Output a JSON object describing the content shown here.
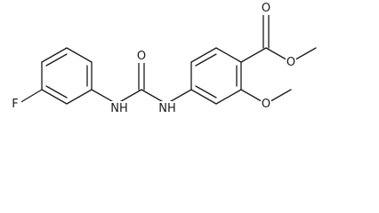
{
  "molecule": {
    "atoms": {
      "fluorine": "F",
      "urea_nh_left": "NH",
      "urea_nh_right": "NH",
      "urea_oxygen": "O",
      "carbonyl_oxygen": "O",
      "ester_oxygen": "O",
      "methoxy_oxygen": "O"
    }
  },
  "colors": {
    "bond": "#1a1a1a",
    "background": "#ffffff"
  }
}
